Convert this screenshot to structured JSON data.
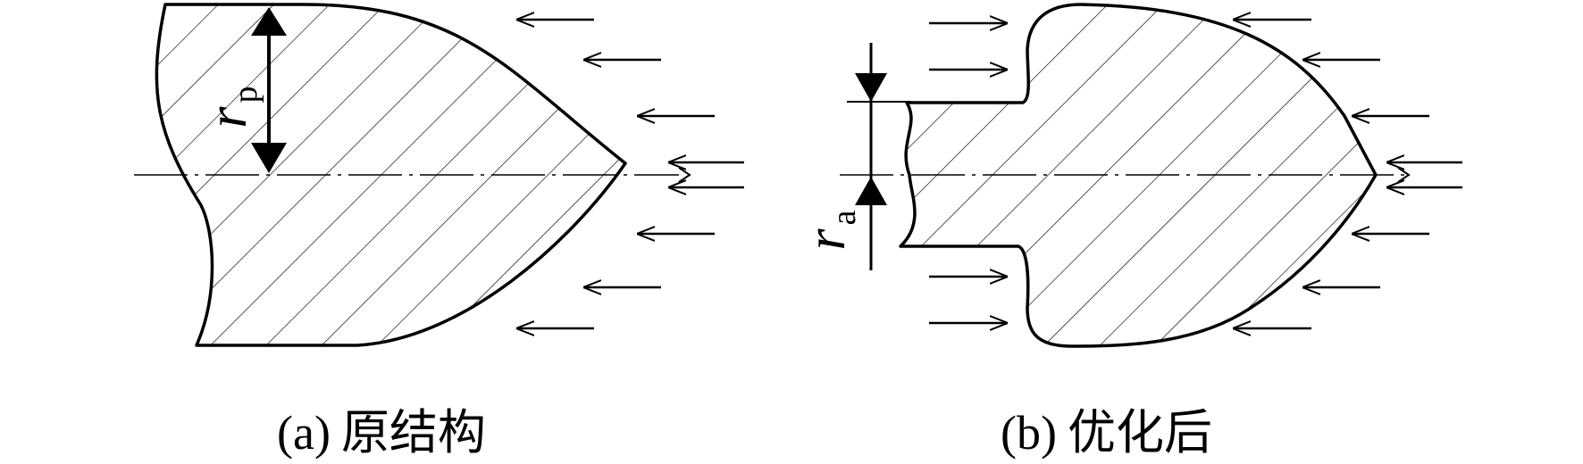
{
  "figure_a": {
    "caption_id": "(a)",
    "caption_text": "原结构",
    "dimension_label": "r",
    "dimension_subscript": "p"
  },
  "figure_b": {
    "caption_id": "(b)",
    "caption_text": "优化后",
    "dimension_label": "r",
    "dimension_subscript": "a"
  },
  "colors": {
    "line": "#000000",
    "hatch": "#000000",
    "background": "#ffffff"
  }
}
